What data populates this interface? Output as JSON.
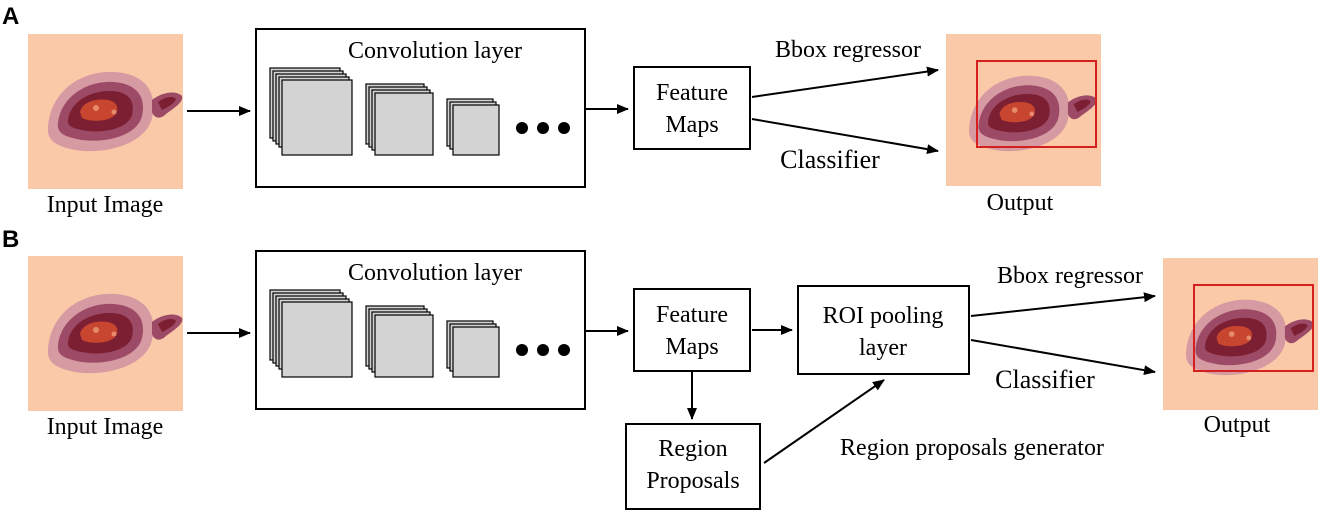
{
  "panel_a": {
    "label": "A",
    "input_label": "Input Image",
    "conv_label": "Convolution layer",
    "feature_line1": "Feature",
    "feature_line2": "Maps",
    "bbox_label": "Bbox regressor",
    "classifier_label": "Classifier",
    "output_label": "Output"
  },
  "panel_b": {
    "label": "B",
    "input_label": "Input Image",
    "conv_label": "Convolution layer",
    "feature_line1": "Feature",
    "feature_line2": "Maps",
    "roi_line1": "ROI pooling",
    "roi_line2": "layer",
    "region_line1": "Region",
    "region_line2": "Proposals",
    "generator_label": "Region proposals generator",
    "bbox_label": "Bbox regressor",
    "classifier_label": "Classifier",
    "output_label": "Output"
  },
  "colors": {
    "image_background": "#f9c9a8",
    "lesion_outer": "#b5718c",
    "lesion_inner": "#8a2a3a",
    "lesion_core": "#c23a2a",
    "bbox_stroke": "#d62020",
    "feature_map_fill": "#d3d3d3"
  }
}
